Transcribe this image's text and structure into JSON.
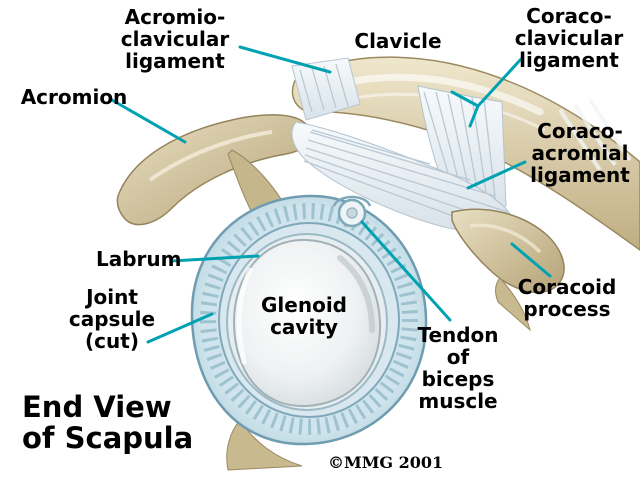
{
  "figure": {
    "title": "End View\nof Scapula",
    "copyright": "©MMG 2001"
  },
  "labels": {
    "acromioclavicular_ligament": "Acromio-\nclavicular\nligament",
    "clavicle": "Clavicle",
    "coracoclavicular_ligament": "Coraco-\nclavicular\nligament",
    "acromion": "Acromion",
    "coracoacromial_ligament": "Coraco-\nacromial\nligament",
    "labrum": "Labrum",
    "joint_capsule": "Joint\ncapsule\n(cut)",
    "glenoid_cavity": "Glenoid\ncavity",
    "tendon_of_biceps": "Tendon\nof\nbiceps\nmuscle",
    "coracoid_process": "Coracoid\nprocess"
  },
  "colors": {
    "leader_line": "#00a2b1",
    "bone": "#d4c7a3",
    "ligament": "#edf2f6",
    "capsule": "#b9d4df",
    "cavity": "#eef1f2",
    "text": "#000000",
    "background": "#ffffff"
  }
}
